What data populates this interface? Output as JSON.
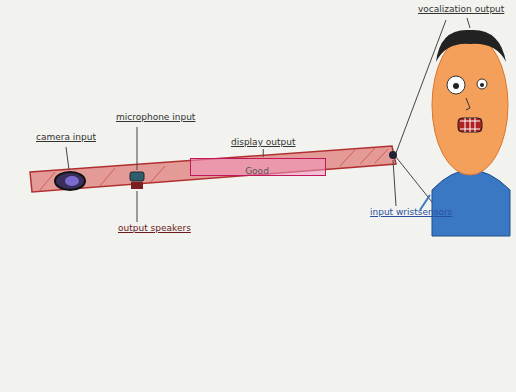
{
  "diagram": {
    "nodes": [
      {
        "text": [
          "display output",
          "Good"
        ]
      }
    ],
    "labels": [
      "camera input",
      "microphone input",
      "output speakers",
      "input wristsensors",
      "vocalization output"
    ]
  }
}
